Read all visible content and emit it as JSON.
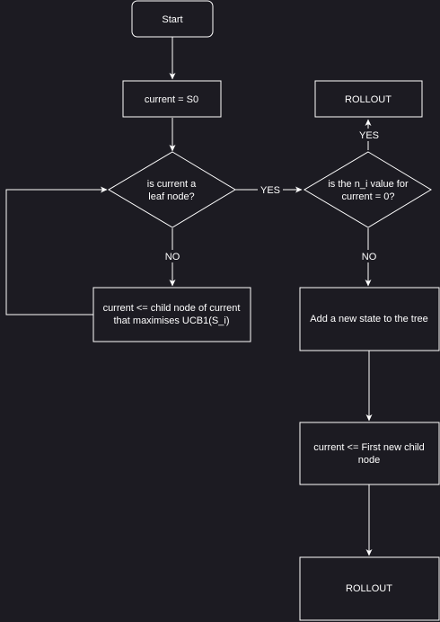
{
  "nodes": {
    "start": {
      "label": "Start"
    },
    "init": {
      "label": "current = S0"
    },
    "leaf_check": {
      "lines": [
        "is current a",
        "leaf node?"
      ]
    },
    "ni_check": {
      "lines": [
        "is the n_i value for",
        "current = 0?"
      ]
    },
    "rollout_top": {
      "label": "ROLLOUT"
    },
    "select_child": {
      "lines": [
        "current <= child node of current",
        "that maximises UCB1(S_i)"
      ]
    },
    "add_state": {
      "label": "Add a new state to the tree"
    },
    "first_child": {
      "lines": [
        "current <= First new child",
        "node"
      ]
    },
    "rollout_bottom": {
      "label": "ROLLOUT"
    }
  },
  "edges": {
    "leaf_yes": "YES",
    "leaf_no": "NO",
    "ni_yes": "YES",
    "ni_no": "NO"
  },
  "colors": {
    "background": "#1c1b22",
    "stroke": "#ffffff",
    "text": "#ffffff"
  }
}
